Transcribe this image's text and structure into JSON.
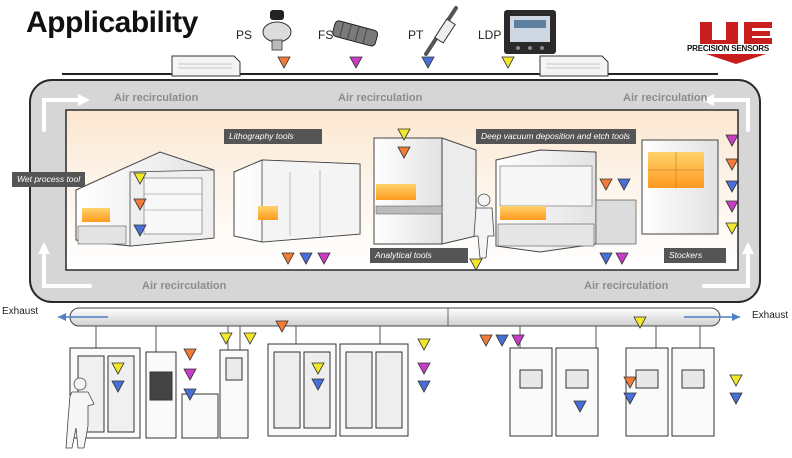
{
  "title": "Applicability",
  "brand": {
    "logo_letters": "UE",
    "text": "PRECISION SENSORS"
  },
  "sensors": [
    {
      "label": "PS",
      "icon": "pressure-switch-icon",
      "marker_color": "#f07c38"
    },
    {
      "label": "FS",
      "icon": "flow-switch-icon",
      "marker_color": "#c83cc8"
    },
    {
      "label": "PT",
      "icon": "pressure-transducer-icon",
      "marker_color": "#4a6ed8"
    },
    {
      "label": "LDP",
      "icon": "digital-controller-icon",
      "marker_color": "#f2e62a"
    }
  ],
  "air_labels": {
    "top_left": "Air recirculation",
    "top_center": "Air recirculation",
    "top_right": "Air recirculation",
    "bottom_left": "Air recirculation",
    "bottom_right": "Air recirculation"
  },
  "tool_tags": {
    "wet_process": "Wet process tool",
    "lithography": "Lithography tools",
    "analytical": "Analytical tools",
    "deep_vacuum": "Deep vacuum deposition and etch tools",
    "stockers": "Stockers"
  },
  "exhaust": {
    "left": "Exhaust",
    "right": "Exhaust"
  },
  "colors": {
    "orange": "#f07c38",
    "magenta": "#c83cc8",
    "blue": "#4a6ed8",
    "yellow": "#f2e62a",
    "frame_gray": "#d6d6d6",
    "panel_gray": "#4a4a4a",
    "logo_red": "#c81e1e"
  }
}
